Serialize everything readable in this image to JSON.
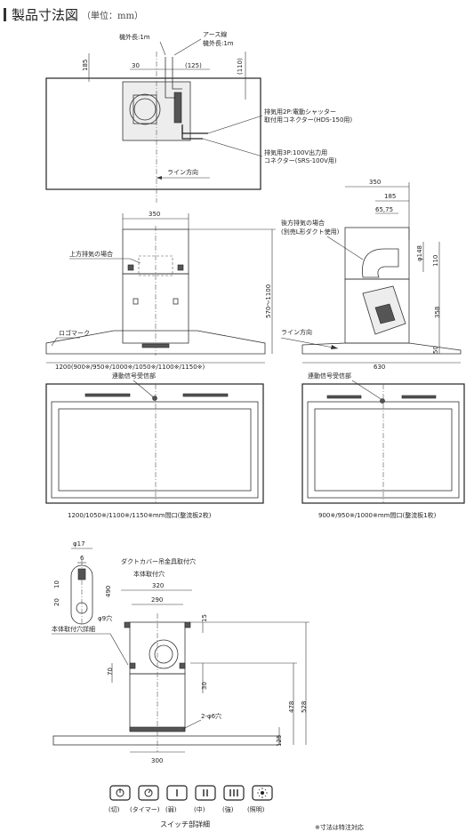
{
  "header": {
    "title": "製品寸法図",
    "unit": "（単位：mm）"
  },
  "top_view": {
    "cable_machine": "機外長:1m",
    "earth_wire": "アース線",
    "earth_machine": "機外長:1m",
    "dim_185": "185",
    "dim_30": "30",
    "dim_125": "(125)",
    "dim_110": "(110)",
    "connector_2p_line1": "排気用2P:電動シャッター",
    "connector_2p_line2": "取付用コネクター(HDS-150用)",
    "connector_3p_line1": "排気用3P:100V出力用",
    "connector_3p_line2": "コネクター(SRS-100V用)",
    "line_direction": "ライン方向"
  },
  "front_view": {
    "dim_350": "350",
    "upper_exhaust": "上方排気の場合",
    "height_range": "570～1100",
    "logo_mark": "ロゴマーク",
    "width_list": "1200(900※/950※/1000※/1050※/1100※/1150※)"
  },
  "side_view": {
    "dim_350": "350",
    "dim_185": "185",
    "dim_6575": "65,75",
    "rear_exhaust_line1": "後方排気の場合",
    "rear_exhaust_line2": "(別売L形ダクト使用)",
    "dim_phi148": "φ148",
    "dim_110": "110",
    "dim_358": "358",
    "dim_50": "50",
    "line_direction": "ライン方向",
    "dim_630": "630"
  },
  "bottom_views": {
    "signal_left": "連動信号受信部",
    "signal_right": "連動信号受信部",
    "caption_left": "1200/1050※/1100※/1150※mm間口(整流板2枚)",
    "caption_right": "900※/950※/1000※mm間口(整流板1枚)"
  },
  "detail": {
    "dim_phi17": "φ17",
    "dim_6": "6",
    "dim_10": "10",
    "dim_20": "20",
    "dim_490": "490",
    "dim_phi9": "φ9穴",
    "hole_detail": "本体取付穴詳細",
    "duct_cover": "ダクトカバー吊金具取付穴",
    "body_mount": "本体取付穴",
    "dim_320": "320",
    "dim_290": "290",
    "dim_15": "15",
    "dim_70": "70",
    "dim_30": "30",
    "dim_478": "478",
    "dim_528": "528",
    "two_holes": "2-φ6穴",
    "dim_125": "125",
    "dim_300": "300"
  },
  "switches": {
    "items": [
      {
        "label": "(切)"
      },
      {
        "label": "(タイマー)"
      },
      {
        "label": "(弱)"
      },
      {
        "label": "(中)"
      },
      {
        "label": "(強)"
      },
      {
        "label": "(照明)"
      }
    ],
    "caption": "スイッチ部詳細"
  },
  "footnote": "※寸法は特注対応"
}
